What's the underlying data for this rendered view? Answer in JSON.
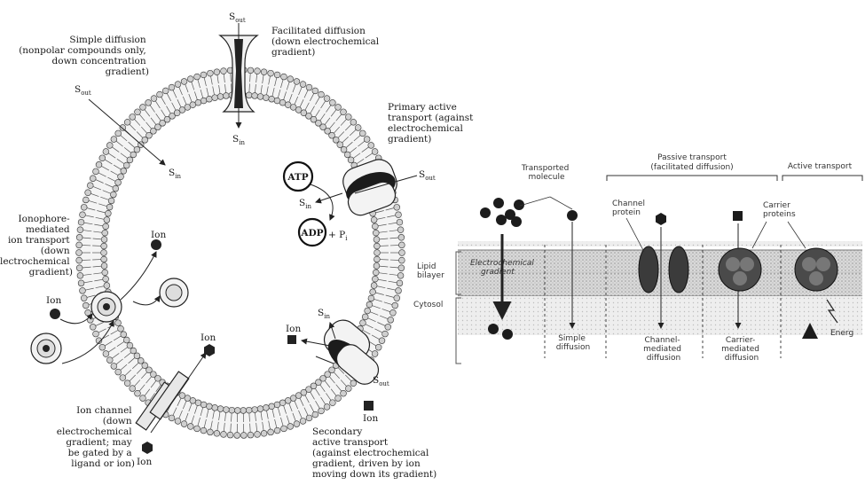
{
  "left_diagram": {
    "s_out_top": "S",
    "s_out_sub": "out",
    "s_in_sub": "in",
    "simple_diffusion": [
      "Simple diffusion",
      "(nonpolar compounds only,",
      "down concentration",
      "gradient)"
    ],
    "facilitated_diffusion": [
      "Facilitated diffusion",
      "(down electrochemical",
      "gradient)"
    ],
    "primary_active": [
      "Primary active",
      "transport (against",
      "electrochemical",
      "gradient)"
    ],
    "atp": "ATP",
    "adp": "ADP",
    "pi": "+ P",
    "pi_sub": "i",
    "ionophore": [
      "Ionophore-",
      "mediated",
      "ion transport",
      "(down",
      "electrochemical",
      "gradient)"
    ],
    "ion": "Ion",
    "ion_channel": [
      "Ion channel",
      "(down",
      "electrochemical",
      "gradient; may",
      "be gated by a",
      "ligand or ion)"
    ],
    "secondary_active": [
      "Secondary",
      "active transport",
      "(against electrochemical",
      "gradient, driven by ion",
      "moving down its gradient)"
    ]
  },
  "right_diagram": {
    "passive_transport": "Passive transport",
    "facilitated_paren": "(facilitated diffusion)",
    "active_transport": "Active transport",
    "transported_molecule": [
      "Transported",
      "molecule"
    ],
    "channel_protein": [
      "Channel",
      "protein"
    ],
    "carrier_proteins": [
      "Carrier",
      "proteins"
    ],
    "lipid_bilayer": [
      "Lipid",
      "bilayer"
    ],
    "cytosol": "Cytosol",
    "electrochemical_gradient": [
      "Electrochemical",
      "gradient"
    ],
    "simple_diffusion": [
      "Simple",
      "diffusion"
    ],
    "channel_mediated": [
      "Channel-",
      "mediated",
      "diffusion"
    ],
    "carrier_mediated": [
      "Carrier-",
      "mediated",
      "diffusion"
    ],
    "energy": "Energ"
  }
}
